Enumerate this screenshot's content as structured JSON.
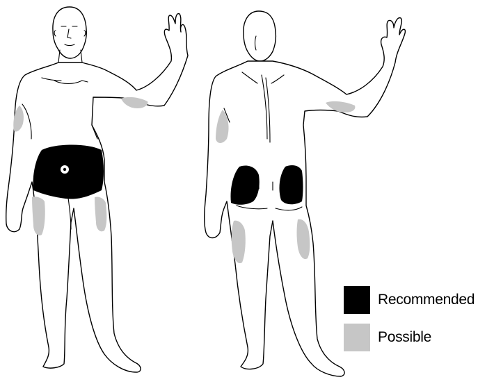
{
  "colors": {
    "recommended": "#000000",
    "possible": "#c6c6c6",
    "outline": "#000000",
    "background": "#ffffff"
  },
  "figures": [
    {
      "view": "front"
    },
    {
      "view": "back"
    }
  ],
  "legend": {
    "items": [
      {
        "label": "Recommended",
        "color": "#000000"
      },
      {
        "label": "Possible",
        "color": "#c6c6c6"
      }
    ]
  }
}
